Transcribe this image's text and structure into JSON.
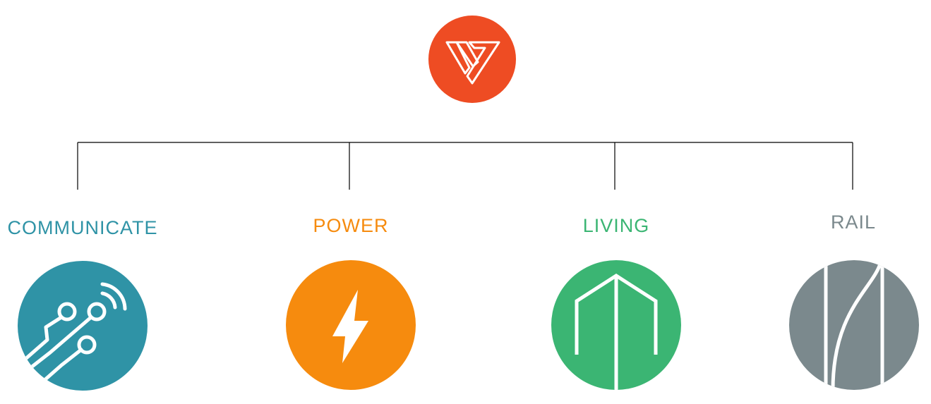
{
  "colors": {
    "root": "#ee4c23",
    "communicate": "#2f93a6",
    "power": "#f68b0e",
    "living": "#3bb573",
    "rail": "#7b898d",
    "line": "#000000",
    "glyph": "#ffffff"
  },
  "root": {
    "icon": "v-logo-icon"
  },
  "branches": [
    {
      "key": "communicate",
      "label": "COMMUNICATE",
      "icon": "circuit-signal-icon"
    },
    {
      "key": "power",
      "label": "POWER",
      "icon": "lightning-bolt-icon"
    },
    {
      "key": "living",
      "label": "LIVING",
      "icon": "building-outline-icon"
    },
    {
      "key": "rail",
      "label": "RAIL",
      "icon": "rail-track-icon"
    }
  ]
}
